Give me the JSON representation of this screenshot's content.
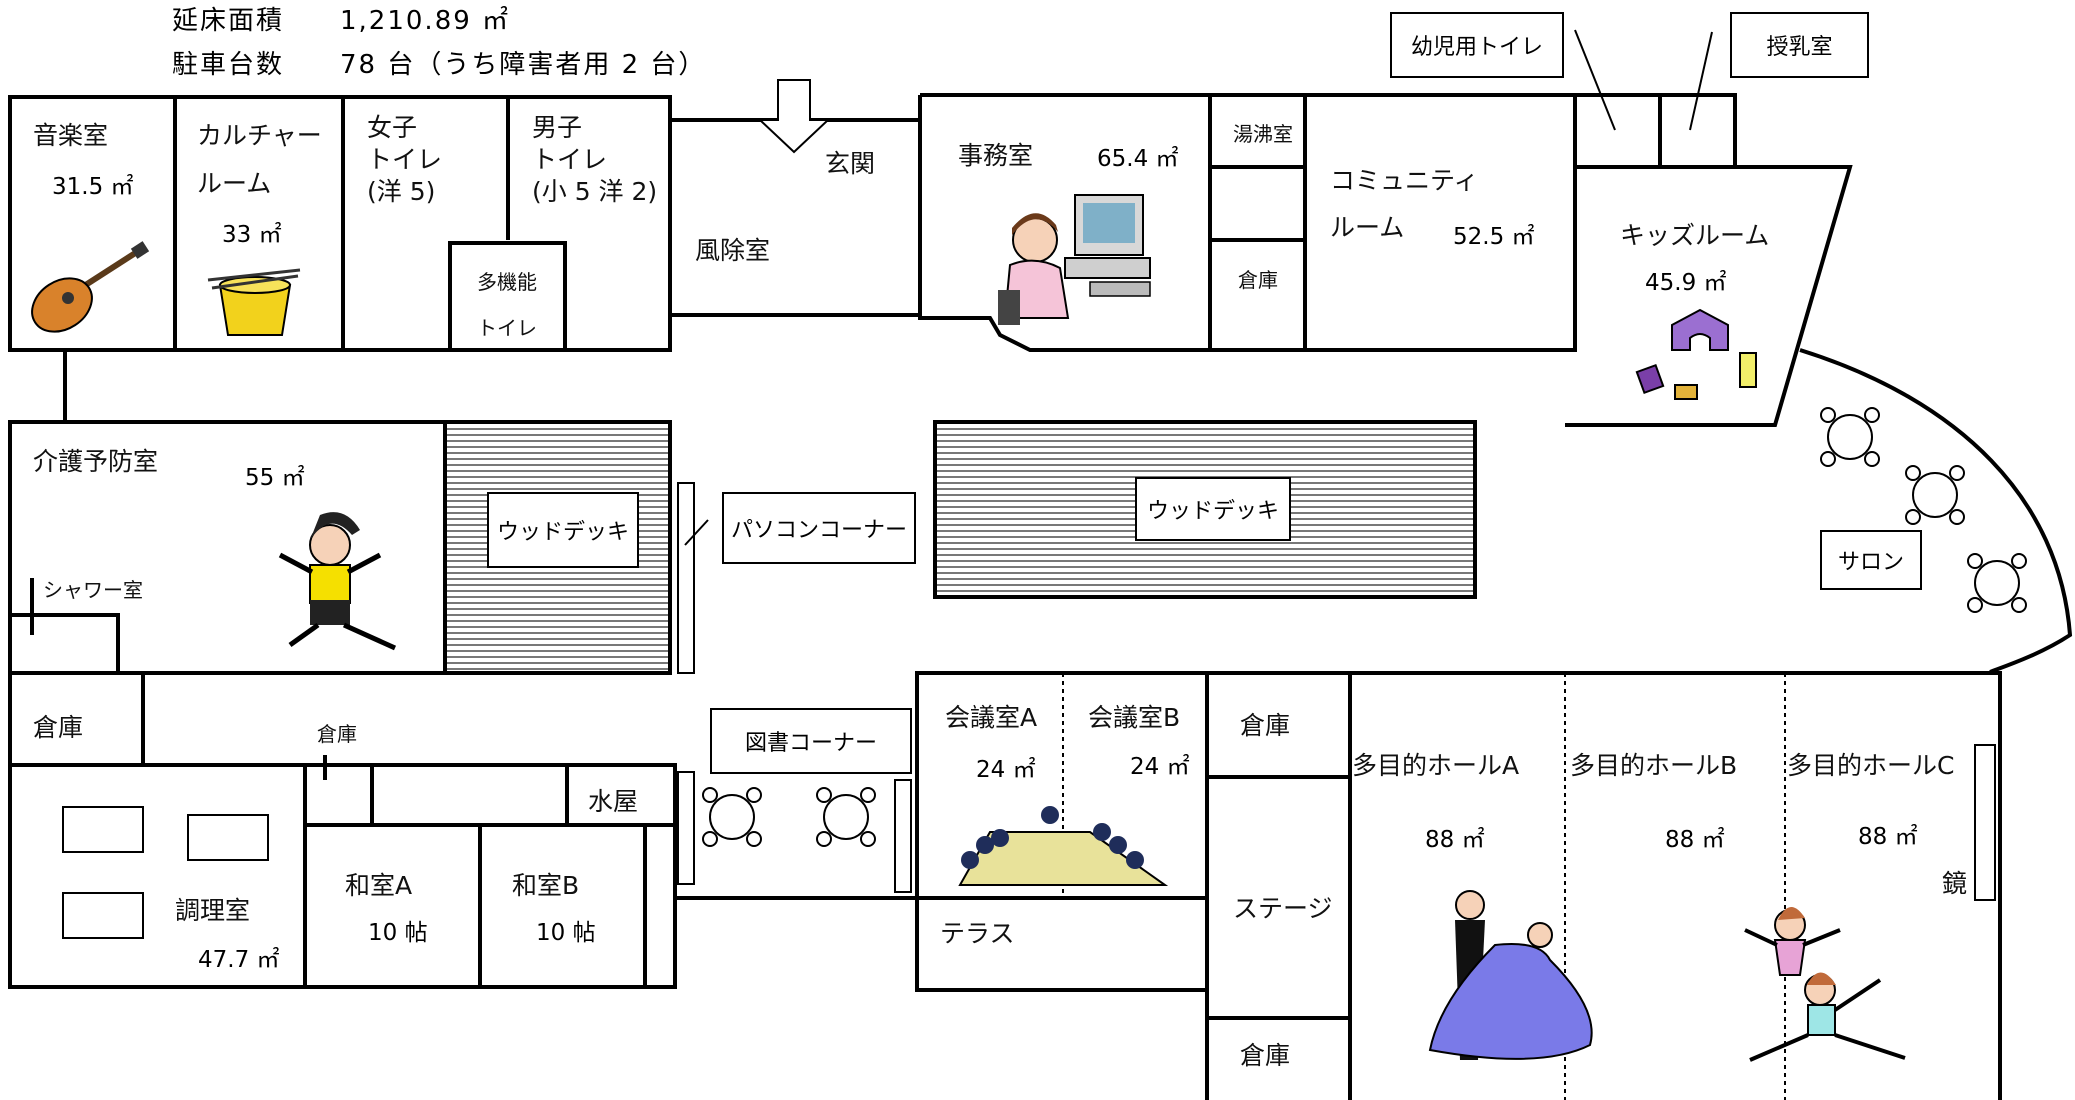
{
  "header": {
    "floor_area_label": "延床面積",
    "floor_area_value": "1,210.89 ㎡",
    "parking_label": "駐車台数",
    "parking_value": "78 台（うち障害者用 2 台）"
  },
  "rooms": {
    "music": {
      "name": "音楽室",
      "area": "31.5 ㎡"
    },
    "culture": {
      "name_line1": "カルチャー",
      "name_line2": "ルーム",
      "area": "33 ㎡"
    },
    "women_toilet": {
      "line1": "女子",
      "line2": "トイレ",
      "line3": "(洋 5)"
    },
    "men_toilet": {
      "line1": "男子",
      "line2": "トイレ",
      "line3": "(小 5 洋 2)"
    },
    "multi_toilet": {
      "line1": "多機能",
      "line2": "トイレ"
    },
    "entrance": {
      "name": "玄関"
    },
    "windbreak": {
      "name": "風除室"
    },
    "office": {
      "name": "事務室",
      "area": "65.4 ㎡"
    },
    "kettle_room": {
      "name": "湯沸室"
    },
    "storage_office": {
      "name": "倉庫"
    },
    "community": {
      "name_line1": "コミュニティ",
      "name_line2": "ルーム",
      "area": "52.5 ㎡"
    },
    "infant_toilet": {
      "name": "幼児用トイレ"
    },
    "nursing_room": {
      "name": "授乳室"
    },
    "kids_room": {
      "name": "キッズルーム",
      "area": "45.9 ㎡"
    },
    "salon": {
      "name": "サロン"
    },
    "care_prevention": {
      "name": "介護予防室",
      "area": "55 ㎡"
    },
    "shower": {
      "name": "シャワー室"
    },
    "wood_deck_1": {
      "name": "ウッドデッキ"
    },
    "wood_deck_2": {
      "name": "ウッドデッキ"
    },
    "pc_corner": {
      "name": "パソコンコーナー"
    },
    "storage_left": {
      "name": "倉庫"
    },
    "storage_mid": {
      "name": "倉庫"
    },
    "cooking": {
      "name": "調理室",
      "area": "47.7 ㎡"
    },
    "mizuya": {
      "name": "水屋"
    },
    "washitsu_a": {
      "name": "和室A",
      "area": "10 帖"
    },
    "washitsu_b": {
      "name": "和室B",
      "area": "10 帖"
    },
    "library_corner": {
      "name": "図書コーナー"
    },
    "meeting_a": {
      "name": "会議室A",
      "area": "24 ㎡"
    },
    "meeting_b": {
      "name": "会議室B",
      "area": "24 ㎡"
    },
    "terrace": {
      "name": "テラス"
    },
    "storage_hall_top": {
      "name": "倉庫"
    },
    "stage": {
      "name": "ステージ"
    },
    "storage_hall_bottom": {
      "name": "倉庫"
    },
    "hall_a": {
      "name": "多目的ホールA",
      "area": "88 ㎡"
    },
    "hall_b": {
      "name": "多目的ホールB",
      "area": "88 ㎡"
    },
    "hall_c": {
      "name": "多目的ホールC",
      "area": "88 ㎡"
    },
    "mirror": {
      "name": "鏡"
    }
  },
  "icons": [
    "guitar-icon",
    "bucket-icon",
    "office-worker-icon",
    "toy-blocks-icon",
    "exercise-girl-icon",
    "meeting-table-icon",
    "dancing-couple-icon",
    "gymnastics-icon",
    "round-table-icon",
    "entrance-arrow-icon"
  ],
  "colors": {
    "wall": "#000000",
    "deck_stripe": "#555555",
    "guitar": "#d9822b",
    "bucket": "#f2d21c",
    "block_purple": "#9b6fd1",
    "dress_blue": "#7a7ae8",
    "shirt_yellow": "#f5e000"
  }
}
